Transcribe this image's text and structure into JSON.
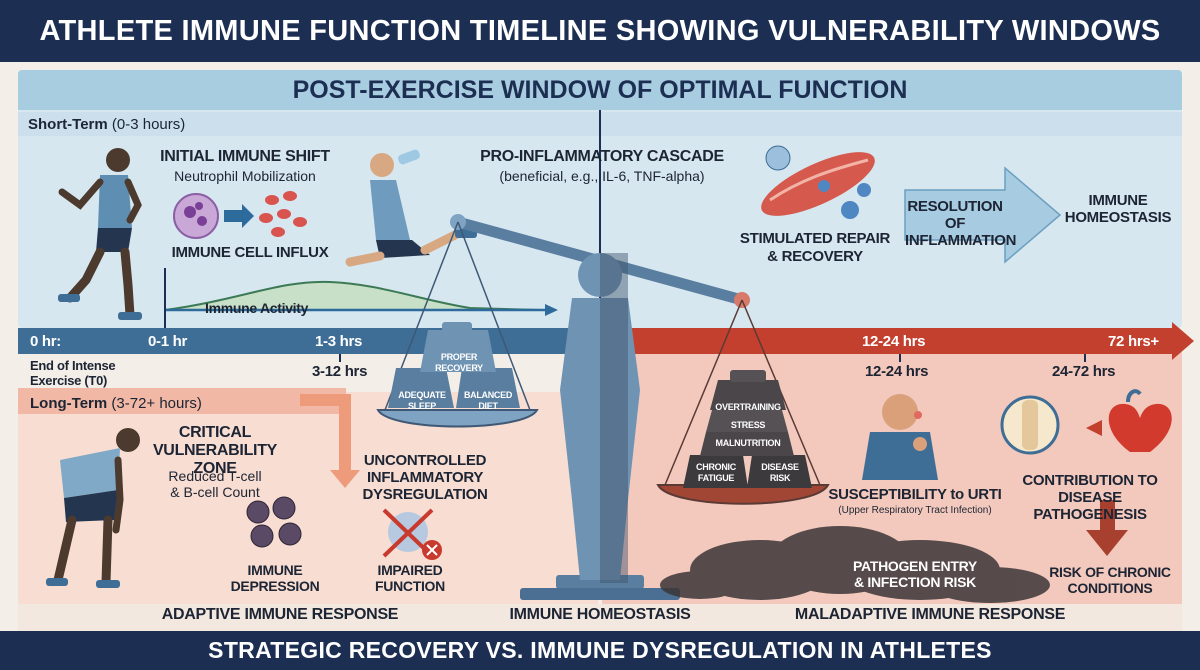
{
  "title": "ATHLETE IMMUNE FUNCTION TIMELINE SHOWING VULNERABILITY WINDOWS",
  "window_banner": "POST-EXERCISE WINDOW OF OPTIMAL FUNCTION",
  "short_term": {
    "label": "Short-Term",
    "range": "(0-3 hours)"
  },
  "long_term": {
    "label": "Long-Term",
    "range": "(3-72+ hours)"
  },
  "initial_shift": {
    "title": "INITIAL IMMUNE SHIFT",
    "subtitle": "Neutrophil Mobilization",
    "influx": "IMMUNE CELL INFLUX"
  },
  "immune_activity": "Immune Activity",
  "pro_inflammatory": {
    "title": "PRO-INFLAMMATORY CASCADE",
    "subtitle": "(beneficial, e.g., IL-6, TNF-alpha)"
  },
  "stimulated_repair": {
    "line1": "STIMULATED REPAIR",
    "line2": "& RECOVERY"
  },
  "resolution": {
    "line1": "RESOLUTION OF",
    "line2": "INFLAMMATION"
  },
  "homeostasis_top": {
    "line1": "IMMUNE",
    "line2": "HOMEOSTASIS"
  },
  "timeline": {
    "t0": "0 hr:",
    "t1": "0-1 hr",
    "t2": "1-3 hrs",
    "t3": "12-24 hrs",
    "t4": "72 hrs+",
    "below1": "3-12 hrs",
    "below2": "12-24 hrs",
    "below3": "24-72 hrs",
    "end_exercise_l1": "End of Intense",
    "end_exercise_l2": "Exercise (T0)"
  },
  "left_weights": {
    "top_l1": "PROPER",
    "top_l2": "RECOVERY",
    "left_l1": "ADEQUATE",
    "left_l2": "SLEEP",
    "right_l1": "BALANCED",
    "right_l2": "DIET"
  },
  "right_weights": {
    "w1": "OVERTRAINING",
    "w2": "STRESS",
    "w3": "MALNUTRITION",
    "w4_l1": "CHRONIC",
    "w4_l2": "FATIGUE",
    "w5_l1": "DISEASE",
    "w5_l2": "RISK"
  },
  "critical_zone": {
    "line1": "CRITICAL",
    "line2": "VULNERABILITY ZONE",
    "sub1": "Reduced T-cell",
    "sub2": "& B-cell Count"
  },
  "uncontrolled": {
    "line1": "UNCONTROLLED",
    "line2": "INFLAMMATORY",
    "line3": "DYSREGULATION"
  },
  "immune_depression": {
    "line1": "IMMUNE",
    "line2": "DEPRESSION"
  },
  "impaired": {
    "line1": "IMPAIRED",
    "line2": "FUNCTION"
  },
  "urti": {
    "title": "SUSCEPTIBILITY to URTI",
    "sub": "(Upper Respiratory Tract Infection)"
  },
  "disease_path": {
    "line1": "CONTRIBUTION TO",
    "line2": "DISEASE PATHOGENESIS"
  },
  "pathogen": {
    "line1": "PATHOGEN ENTRY",
    "line2": "& INFECTION RISK"
  },
  "chronic": {
    "line1": "RISK OF CHRONIC",
    "line2": "CONDITIONS"
  },
  "bottom_labels": {
    "left": "ADAPTIVE IMMUNE RESPONSE",
    "center": "IMMUNE HOMEOSTASIS",
    "right": "MALADAPTIVE IMMUNE RESPONSE"
  },
  "footer": "STRATEGIC RECOVERY VS. IMMUNE DYSREGULATION IN ATHLETES",
  "colors": {
    "navy": "#1c2f52",
    "blue_timeline": "#3e6d95",
    "red_timeline": "#c4402e",
    "panel_blue": "#d6e7f0",
    "panel_red": "#f3c9bd"
  }
}
